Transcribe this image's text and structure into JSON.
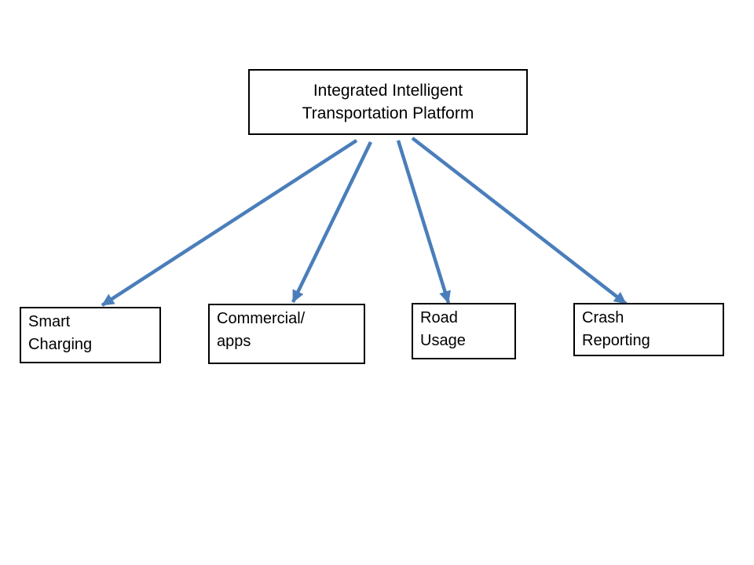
{
  "slide": {
    "title_node": {
      "label": "Integrated Intelligent\nTransportation Platform"
    },
    "child_nodes": [
      {
        "label": "Smart\nCharging"
      },
      {
        "label": "Commercial/\napps"
      },
      {
        "label": "Road\nUsage"
      },
      {
        "label": "Crash\nReporting"
      }
    ],
    "colors": {
      "arrow": "#4a7ebb",
      "node_border": "#000000",
      "node_fill": "#ffffff",
      "text": "#000000",
      "background": "#ffffff"
    }
  }
}
